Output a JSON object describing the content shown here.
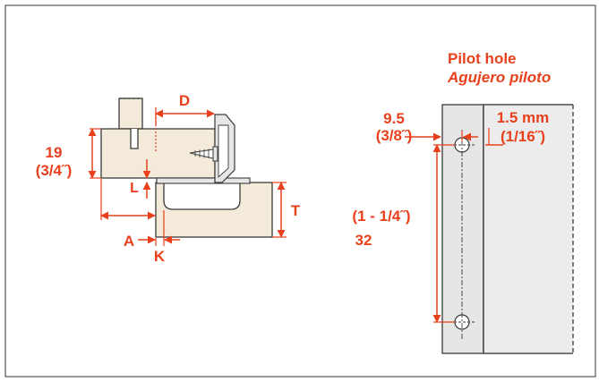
{
  "colors": {
    "accent": "#e8401c",
    "wood": "#f3ead9",
    "metal": "#e6e6e6",
    "outline": "#3a3a3a"
  },
  "hinge_diagram": {
    "label_D": "D",
    "label_19": "19",
    "label_34": "(3/4˝)",
    "label_L": "L",
    "label_T": "T",
    "label_A": "A",
    "label_K": "K"
  },
  "pilot_diagram": {
    "title": "Pilot hole",
    "subtitle": "Agujero piloto",
    "label_95": "9.5",
    "label_38": "(3/8˝)",
    "label_15mm": "1.5 mm",
    "label_116": "(1/16˝)",
    "label_114": "(1 - 1/4˝)",
    "label_32": "32"
  }
}
